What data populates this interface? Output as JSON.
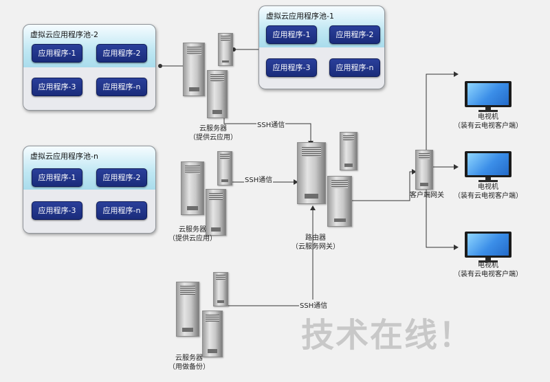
{
  "pools": [
    {
      "id": "pool-1",
      "title": "虚拟云应用程序池-1",
      "apps": [
        "应用程序-1",
        "应用程序-2",
        "应用程序-3",
        "应用程序-n"
      ]
    },
    {
      "id": "pool-2",
      "title": "虚拟云应用程序池-2",
      "apps": [
        "应用程序-1",
        "应用程序-2",
        "应用程序-3",
        "应用程序-n"
      ]
    },
    {
      "id": "pool-n",
      "title": "虚拟云应用程序池-n",
      "apps": [
        "应用程序-1",
        "应用程序-2",
        "应用程序-3",
        "应用程序-n"
      ]
    }
  ],
  "servers": [
    {
      "id": "server-top",
      "label1": "云服务器",
      "label2": "（提供云应用）"
    },
    {
      "id": "server-middle",
      "label1": "云服务器",
      "label2": "（提供云应用）"
    },
    {
      "id": "server-bottom",
      "label1": "云服务器",
      "label2": "（用做备份）"
    }
  ],
  "connections": {
    "ssh_top": "SSH通信",
    "ssh_middle": "SSH通信",
    "ssh_bottom": "SSH通信"
  },
  "router": {
    "label1": "路由器",
    "label2": "（云服务网关）"
  },
  "client_gateway": {
    "label": "客户端网关"
  },
  "tvs": [
    {
      "label1": "电视机",
      "label2": "（装有云电视客户端）"
    },
    {
      "label1": "电视机",
      "label2": "（装有云电视客户端）"
    },
    {
      "label1": "电视机",
      "label2": "（装有云电视客户端）"
    }
  ],
  "watermark": "技术在线！"
}
